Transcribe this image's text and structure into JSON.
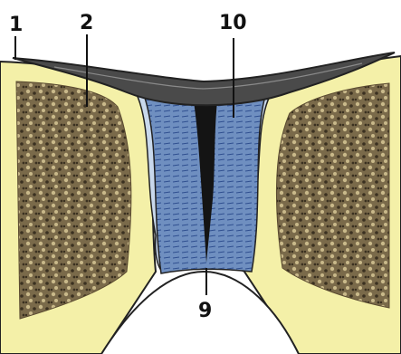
{
  "labels": {
    "label_1": "1",
    "label_2": "2",
    "label_10": "10",
    "label_9": "9"
  },
  "colors": {
    "background": "#ffffff",
    "periosteum_band": "#4a4a4a",
    "cortical_layer": "#f4f0a8",
    "spongy_bone": "#7a6a4a",
    "spongy_bone_dots": "#3a3020",
    "cartilage": "#6f8fc0",
    "cartilage_lines": "#2f4f90",
    "central_cleft": "#141414",
    "gap_space": "#c8d8ec",
    "outline": "#222222"
  }
}
